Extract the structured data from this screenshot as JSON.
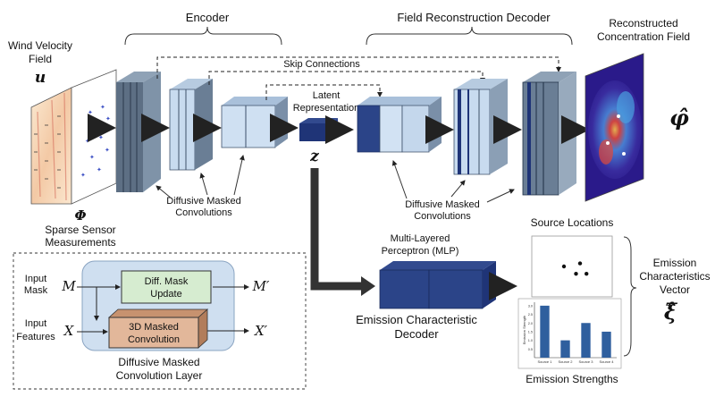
{
  "inputs": {
    "wind_field_line1": "Wind Velocity",
    "wind_field_line2": "Field",
    "wind_symbol": "u",
    "sensor_symbol": "Φ",
    "sensor_line1": "Sparse Sensor",
    "sensor_line2": "Measurements"
  },
  "encoder": {
    "title": "Encoder",
    "conv_label_line1": "Diffusive Masked",
    "conv_label_line2": "Convolutions"
  },
  "skip_connections": "Skip Connections",
  "latent": {
    "line1": "Latent",
    "line2": "Representation",
    "symbol": "z"
  },
  "decoder": {
    "title": "Field Reconstruction Decoder",
    "conv_label_line1": "Diffusive Masked",
    "conv_label_line2": "Convolutions"
  },
  "output": {
    "line1": "Reconstructed",
    "line2": "Concentration Field",
    "symbol": "φ̂"
  },
  "mlp": {
    "line1": "Multi-Layered",
    "line2": "Perceptron (MLP)",
    "decoder_line1": "Emission Characteristic",
    "decoder_line2": "Decoder"
  },
  "source_locations_title": "Source Locations",
  "emission_vector": {
    "line1": "Emission",
    "line2": "Characteristics",
    "line3": "Vector",
    "symbol": "ξ̂"
  },
  "emission_strengths_title": "Emission Strengths",
  "legend_box": {
    "input_mask_line1": "Input",
    "input_mask_line2": "Mask",
    "mask_symbol": "M",
    "input_features_line1": "Input",
    "input_features_line2": "Features",
    "features_symbol": "X",
    "diff_mask_line1": "Diff. Mask",
    "diff_mask_line2": "Update",
    "masked_conv_line1": "3D Masked",
    "masked_conv_line2": "Convolution",
    "out_mask_symbol": "M′",
    "out_features_symbol": "X′",
    "caption_line1": "Diffusive Masked",
    "caption_line2": "Convolution Layer"
  },
  "chart_data": {
    "type": "bar",
    "categories": [
      "Source 1",
      "Source 2",
      "Source 3",
      "Source 4"
    ],
    "values": [
      3.0,
      1.0,
      2.0,
      1.5
    ],
    "ylabel": "Emission Strength",
    "yticks": [
      "0.5",
      "1.0",
      "1.5",
      "2.0",
      "2.5",
      "3.0"
    ],
    "ylim": [
      0,
      3.2
    ],
    "bar_color": "#2f5f9e"
  },
  "source_points": [
    [
      0.4,
      0.5
    ],
    [
      0.6,
      0.45
    ],
    [
      0.55,
      0.62
    ],
    [
      0.68,
      0.62
    ]
  ],
  "colors": {
    "dark_blue": "#2b3f86",
    "mid_blue": "#5a7fbf",
    "light_blue": "#c6d9ee",
    "grey_blue": "#8c9fb2",
    "mask_box": "#d6ecd0",
    "conv_box": "#e2b79a",
    "legend_bg": "#cfdff0"
  }
}
